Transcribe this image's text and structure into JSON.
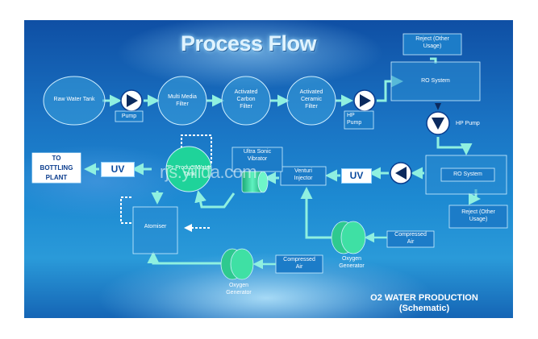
{
  "title": "Process Flow",
  "watermark": "rjs.yilida.com",
  "footer": {
    "title": "O2 WATER PRODUCTION",
    "subtitle": "(Schematic)"
  },
  "nodes": {
    "raw_water_tank": "Raw Water Tank",
    "pump": "Pump",
    "multi_media_filter_1": "Multi Media",
    "multi_media_filter_2": "Filter",
    "carbon_filter_1": "Activated",
    "carbon_filter_2": "Carbon",
    "carbon_filter_3": "Filter",
    "ceramic_filter_1": "Activated",
    "ceramic_filter_2": "Ceramic",
    "ceramic_filter_3": "Filter",
    "hp_pump_1_line1": "HP",
    "hp_pump_1_line2": "Pump",
    "reject_top_1": "Reject (Other",
    "reject_top_2": "Usage)",
    "ro_system_1": "RO System",
    "hp_pump_2": "HP Pump",
    "ro_system_2": "RO System",
    "reject_bottom_1": "Reject (Other",
    "reject_bottom_2": "Usage)",
    "uv_1": "UV",
    "uv_2": "UV",
    "bottling_1": "TO",
    "bottling_2": "BOTTLING",
    "bottling_3": "PLANT",
    "product_tank": "Pr Product Water Tank",
    "ultrasonic_1": "Ultra Sonic",
    "ultrasonic_2": "Vibrator",
    "injector_1": "Venturi",
    "injector_2": "Injector",
    "atomiser": "Atomiser",
    "compressed_air_1_line1": "Compressed",
    "compressed_air_1_line2": "Air",
    "compressed_air_2_line1": "Compressed",
    "compressed_air_2_line2": "Air",
    "oxygen_gen_1_line1": "Oxygen",
    "oxygen_gen_1_line2": "Generator",
    "oxygen_gen_2_line1": "Oxygen",
    "oxygen_gen_2_line2": "Generator"
  },
  "colors": {
    "flow_line": "#8ff0e0",
    "node_fill": "#3aa0dc",
    "node_stroke": "#cfefff",
    "tank_fill": "#1fd39a",
    "generator_fill": "#2fc98f"
  }
}
